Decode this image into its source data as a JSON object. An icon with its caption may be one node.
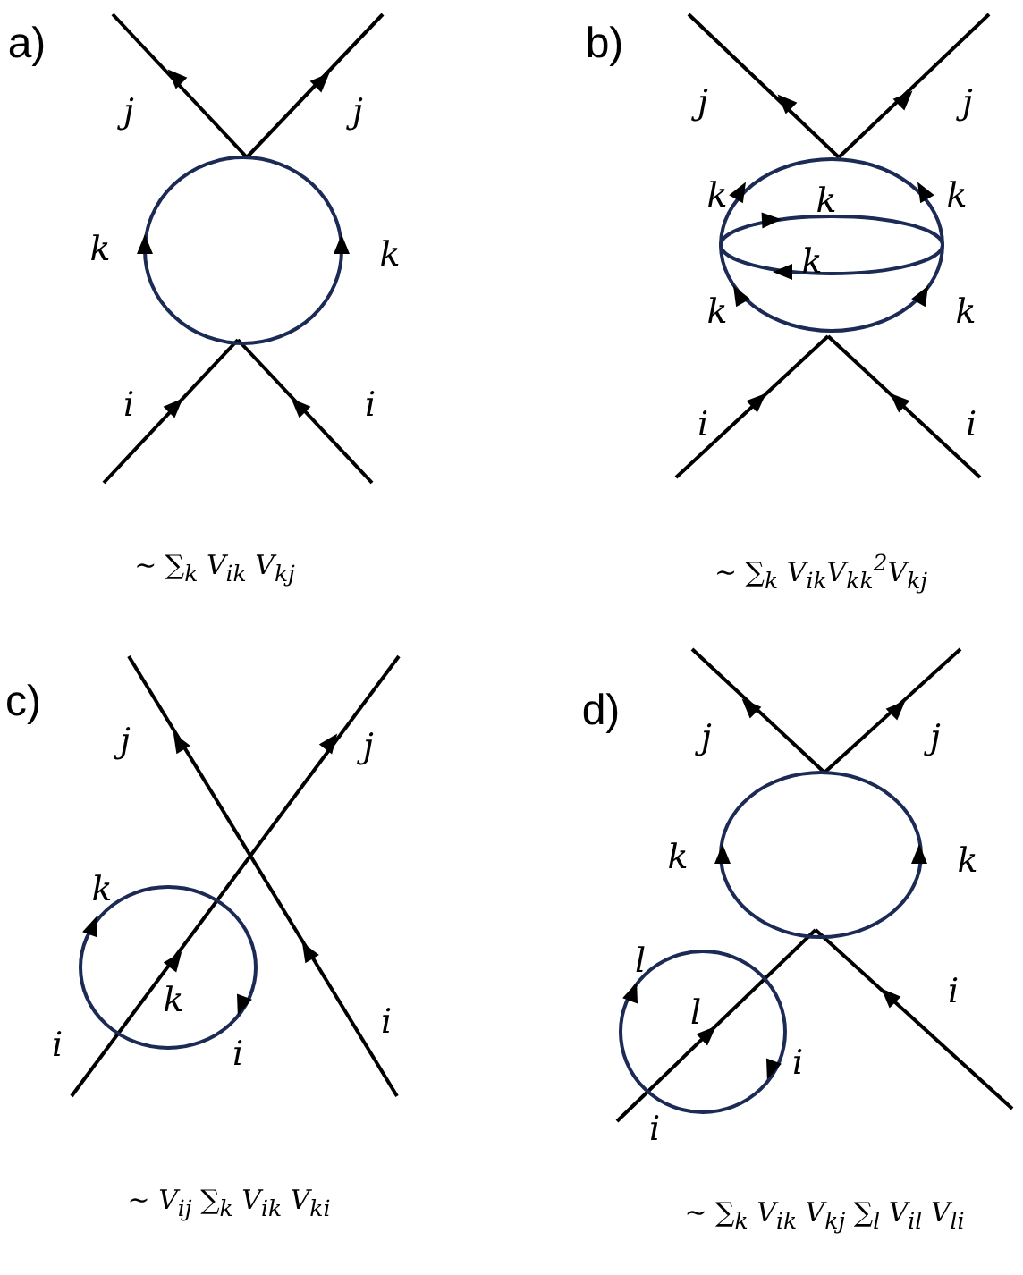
{
  "diagram": {
    "labels": [
      "a)",
      "j",
      "j",
      "k",
      "k",
      "i",
      "i",
      "~ ∑$_{k}$ V$_{ik}$ V$_{kj}$",
      "b)",
      "j",
      "j",
      "k",
      "k",
      "k",
      "k",
      "k",
      "k",
      "i",
      "i",
      "~ ∑$_{k}$ V$_{ik}$V$_{kk}$$^{2}$V$_{kj}$",
      "c)",
      "j",
      "j",
      "k",
      "k",
      "i",
      "i",
      "i",
      "~ V$_{ij}$ ∑$_{k}$ V$_{ik}$ V$_{ki}$",
      "d)",
      "j",
      "j",
      "k",
      "k",
      "l",
      "i",
      "l",
      "i",
      "i",
      "~ ∑$_{k}$ V$_{ik}$ V$_{kj}$ ∑$_{l}$ V$_{il}$ V$_{li}$"
    ]
  }
}
